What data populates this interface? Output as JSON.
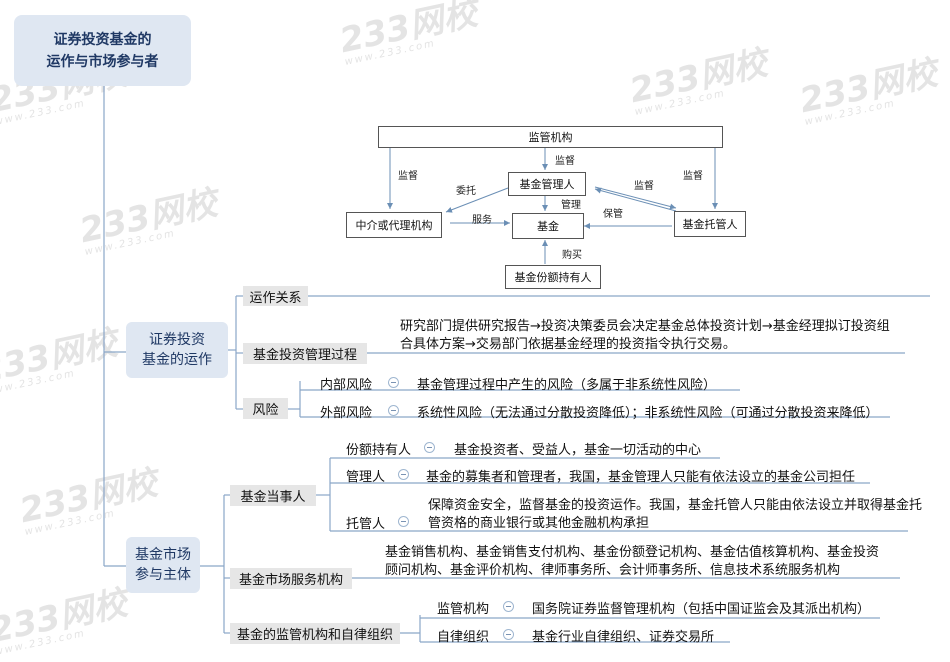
{
  "watermark": {
    "brand": "233网校",
    "url": "www.233.com"
  },
  "root": {
    "line1": "证券投资基金的",
    "line2": "运作与市场参与者"
  },
  "diagram": {
    "regulator": "监管机构",
    "manager": "基金管理人",
    "intermediary": "中介或代理机构",
    "fund": "基金",
    "custodian": "基金托管人",
    "holder": "基金份额持有人",
    "lbl_supervise_left": "监督",
    "lbl_supervise_center": "监督",
    "lbl_supervise_right": "监督",
    "lbl_supervise_mid": "监督",
    "lbl_entrust": "委托",
    "lbl_manage": "管理",
    "lbl_service": "服务",
    "lbl_custody": "保管",
    "lbl_buy": "购买"
  },
  "operation": {
    "title_l1": "证券投资",
    "title_l2": "基金的运作",
    "relation": "运作关系",
    "process": "基金投资管理过程",
    "process_text_1": "研究部门提供研究报告→投资决策委员会决定基金总体投资计划→基金经理拟订投资组",
    "process_text_2": "合具体方案→交易部门依据基金经理的投资指令执行交易。",
    "risk": "风险",
    "internal_risk": "内部风险",
    "internal_risk_desc": "基金管理过程中产生的风险（多属于非系统性风险）",
    "external_risk": "外部风险",
    "external_risk_desc": "系统性风险（无法通过分散投资降低）；非系统性风险（可通过分散投资来降低）"
  },
  "participants": {
    "title_l1": "基金市场",
    "title_l2": "参与主体",
    "parties": "基金当事人",
    "holder": "份额持有人",
    "holder_desc": "基金投资者、受益人，基金一切活动的中心",
    "manager": "管理人",
    "manager_desc": "基金的募集者和管理者，我国，基金管理人只能有依法设立的基金公司担任",
    "custodian": "托管人",
    "custodian_desc_1": "保障资金安全，监督基金的投资运作。我国，基金托管人只能由依法设立并取得基金托",
    "custodian_desc_2": "管资格的商业银行或其他金融机构承担",
    "service": "基金市场服务机构",
    "service_desc_1": "基金销售机构、基金销售支付机构、基金份额登记机构、基金估值核算机构、基金投资",
    "service_desc_2": "顾问机构、基金评价机构、律师事务所、会计师事务所、信息技术系统服务机构",
    "regulation": "基金的监管机构和自律组织",
    "regulator": "监管机构",
    "regulator_desc": "国务院证券监督管理机构（包括中国证监会及其派出机构）",
    "selfreg": "自律组织",
    "selfreg_desc": "基金行业自律组织、证券交易所"
  }
}
